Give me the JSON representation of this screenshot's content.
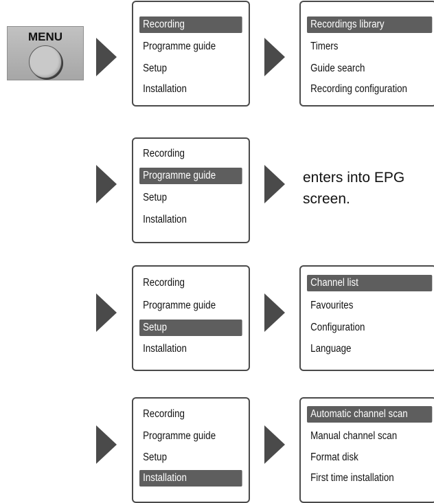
{
  "menu_button": {
    "label": "MENU"
  },
  "rows": [
    {
      "main_menu": {
        "items": [
          "Recording",
          "Programme guide",
          "Setup",
          "Installation"
        ],
        "selected": 0
      },
      "submenu": {
        "items": [
          "Recordings library",
          "Timers",
          "Guide search",
          "Recording configuration"
        ],
        "selected": 0
      }
    },
    {
      "main_menu": {
        "items": [
          "Recording",
          "Programme guide",
          "Setup",
          "Installation"
        ],
        "selected": 1
      },
      "note": "enters into EPG screen."
    },
    {
      "main_menu": {
        "items": [
          "Recording",
          "Programme guide",
          "Setup",
          "Installation"
        ],
        "selected": 2
      },
      "submenu": {
        "items": [
          "Channel list",
          "Favourites",
          "Configuration",
          "Language"
        ],
        "selected": 0
      }
    },
    {
      "main_menu": {
        "items": [
          "Recording",
          "Programme guide",
          "Setup",
          "Installation"
        ],
        "selected": 3
      },
      "submenu": {
        "items": [
          "Automatic channel scan",
          "Manual channel scan",
          "Format disk",
          "First time installation"
        ],
        "selected": 0
      }
    }
  ]
}
